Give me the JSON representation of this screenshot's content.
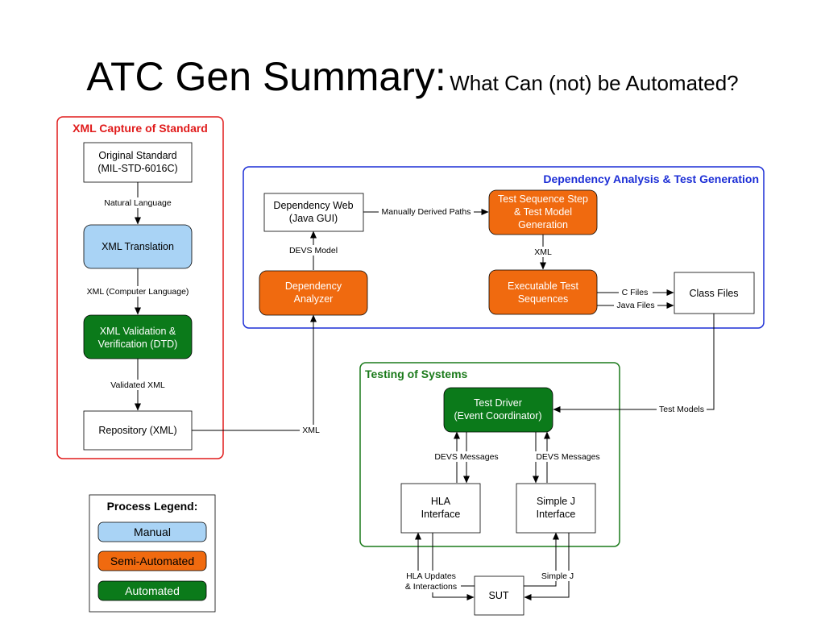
{
  "title": {
    "main": "ATC Gen Summary:",
    "sub": "What Can (not) be Automated?"
  },
  "colors": {
    "manual": "#a9d3f5",
    "semi_automated": "#f06a0f",
    "automated": "#0b7a1a",
    "capture_border": "#e01b1b",
    "analysis_border": "#1c2ed6",
    "testing_border": "#1a7a1a"
  },
  "groups": {
    "capture": "XML Capture of Standard",
    "analysis": "Dependency Analysis & Test Generation",
    "testing": "Testing of Systems"
  },
  "nodes": {
    "original_standard": [
      "Original Standard",
      "(MIL-STD-6016C)"
    ],
    "xml_translation": [
      "XML Translation"
    ],
    "xml_validation": [
      "XML Validation &",
      "Verification (DTD)"
    ],
    "repository": [
      "Repository (XML)"
    ],
    "dependency_web": [
      "Dependency Web",
      "(Java GUI)"
    ],
    "test_sequence_step": [
      "Test Sequence Step",
      "& Test Model",
      "Generation"
    ],
    "dependency_analyzer": [
      "Dependency",
      "Analyzer"
    ],
    "executable_test": [
      "Executable Test",
      "Sequences"
    ],
    "class_files": [
      "Class Files"
    ],
    "test_driver": [
      "Test Driver",
      "(Event Coordinator)"
    ],
    "hla_interface": [
      "HLA",
      "Interface"
    ],
    "simple_j_interface": [
      "Simple J",
      "Interface"
    ],
    "sut": [
      "SUT"
    ]
  },
  "edges": {
    "natural_language": "Natural Language",
    "xml_computer_language": "XML (Computer Language)",
    "validated_xml": "Validated XML",
    "xml_repo": "XML",
    "devs_model": "DEVS Model",
    "manually_derived_paths": "Manually Derived Paths",
    "xml_seq": "XML",
    "c_files": "C Files",
    "java_files": "Java Files",
    "test_models": "Test Models",
    "devs_messages_left": "DEVS Messages",
    "devs_messages_right": "DEVS Messages",
    "hla_updates": [
      "HLA Updates",
      "& Interactions"
    ],
    "simple_j": "Simple J"
  },
  "legend": {
    "title": "Process Legend:",
    "manual": "Manual",
    "semi_automated": "Semi-Automated",
    "automated": "Automated"
  }
}
